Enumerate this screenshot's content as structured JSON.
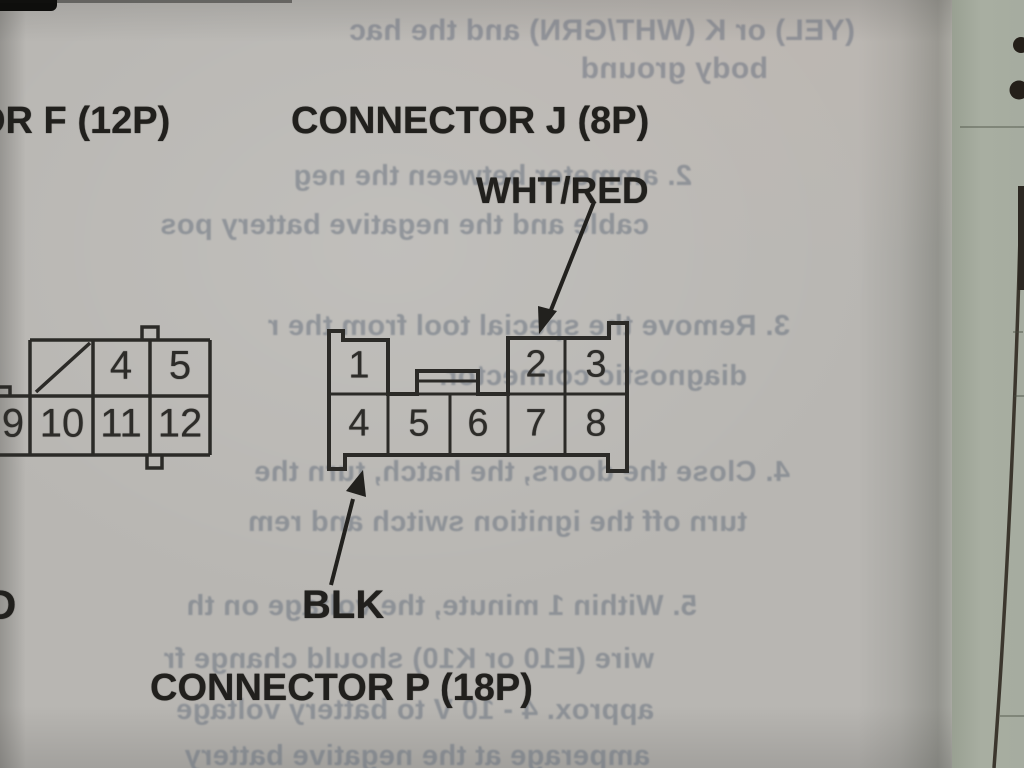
{
  "page": {
    "headings": {
      "connector_f": "OR F (12P)",
      "connector_j": "CONNECTOR J (8P)",
      "connector_p": "CONNECTOR P (18P)",
      "partial_letter": "D"
    },
    "wire_labels": {
      "wht_red": "WHT/RED",
      "blk": "BLK"
    },
    "connector_j": {
      "pins_top": [
        "1",
        "2",
        "3"
      ],
      "pins_bottom": [
        "4",
        "5",
        "6",
        "7",
        "8"
      ]
    },
    "connector_f": {
      "pins_top": [
        "4",
        "5"
      ],
      "pins_bottom": [
        "9",
        "10",
        "11",
        "12"
      ]
    },
    "ghost": {
      "lines": [
        "(YEL) or K (WHT/GRN) and the hac",
        "body ground",
        "2.   ammeter between the neg",
        "cable and the negative battery pos",
        "3.   Remove the special tool from the r",
        "diagnostic connector.",
        "4.   Close the doors, the hatch, turn the",
        "turn off the ignition switch and rem",
        "5.   Within 1 minute, the voltage on th",
        "wire (E10 or K10) should change fr",
        "approx. 4 - 10 V to battery voltage",
        "amperage at the negative battery"
      ]
    },
    "colors": {
      "paper": "#b8b6b2",
      "ink": "#21201d",
      "ghost": "#6a7280",
      "facing_page_strip": "#a8aea1"
    }
  }
}
